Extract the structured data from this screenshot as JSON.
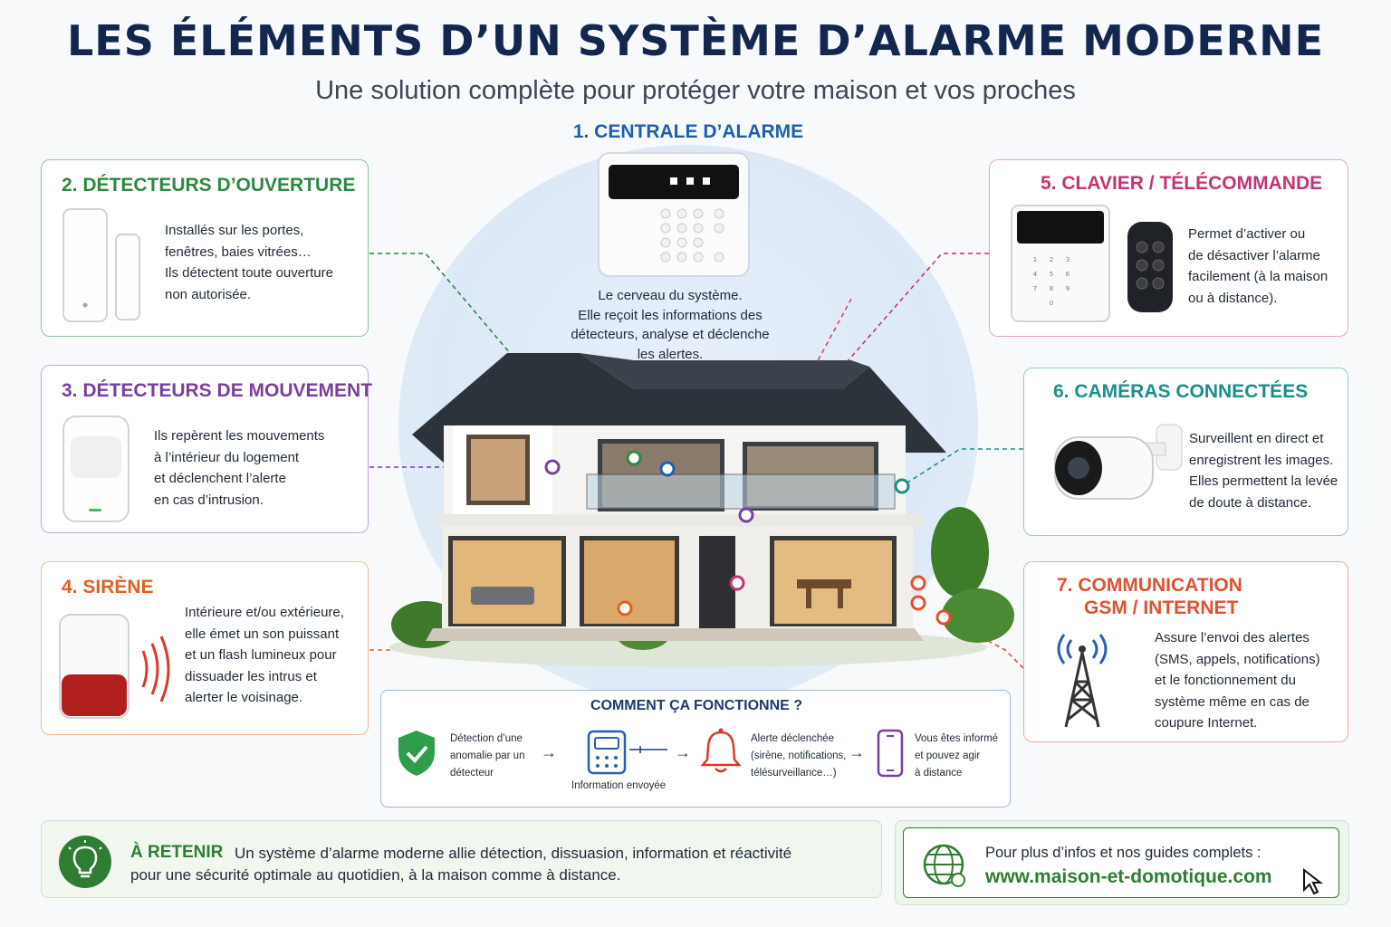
{
  "title": "LES ÉLÉMENTS D’UN SYSTÈME D’ALARME MODERNE",
  "subtitle": "Une solution complète pour protéger votre maison et vos proches",
  "central": {
    "title": "1. CENTRALE D’ALARME",
    "text": [
      "Le cerveau du système.",
      "Elle reçoit les informations des",
      "détecteurs, analyse et déclenche",
      "les alertes."
    ]
  },
  "cards": {
    "opening": {
      "title": "2. DÉTECTEURS D’OUVERTURE",
      "text": [
        "Installés sur les portes,",
        "fenêtres, baies vitrées…",
        "Ils détectent toute ouverture",
        "non autorisée."
      ],
      "color": "#2a8a3e"
    },
    "motion": {
      "title": "3. DÉTECTEURS DE MOUVEMENT",
      "text": [
        "Ils repèrent les mouvements",
        "à l’intérieur du logement",
        "et déclenchent l’alerte",
        "en cas d’intrusion."
      ],
      "color": "#7b3fa0"
    },
    "siren": {
      "title": "4. SIRÈNE",
      "text": [
        "Intérieure et/ou extérieure,",
        "elle émet un son puissant",
        "et un flash lumineux pour",
        "dissuader les intrus et",
        "alerter le voisinage."
      ],
      "color": "#e0611f"
    },
    "keypad": {
      "title": "5. CLAVIER / TÉLÉCOMMANDE",
      "text": [
        "Permet d’activer ou",
        "de désactiver l’alarme",
        "facilement (à la maison",
        "ou à distance)."
      ],
      "color": "#c23575"
    },
    "cameras": {
      "title": "6. CAMÉRAS CONNECTÉES",
      "text": [
        "Surveillent en direct et",
        "enregistrent les images.",
        "Elles permettent la levée",
        "de doute à distance."
      ],
      "color": "#1b8f8a"
    },
    "comm": {
      "title_line1": "7. COMMUNICATION",
      "title_line2": "GSM / INTERNET",
      "text": [
        "Assure l’envoi des alertes",
        "(SMS, appels, notifications)",
        "et le fonctionnement du",
        "système même en cas de",
        "coupure Internet."
      ],
      "color": "#e0512f"
    }
  },
  "device_keys": {
    "keypad_digits": [
      "1",
      "2",
      "3",
      "4",
      "5",
      "6",
      "7",
      "8",
      "9",
      "0"
    ]
  },
  "flow": {
    "title": "COMMENT ÇA FONCTIONNE ?",
    "step1": [
      "Détection d’une",
      "anomalie par un",
      "détecteur"
    ],
    "step2": "Information envoyée",
    "step3": [
      "Alerte déclenchée",
      "(sirène, notifications,",
      "télésurveillance…)"
    ],
    "step4": [
      "Vous êtes informé",
      "et pouvez agir",
      "à distance"
    ],
    "arrow": "→"
  },
  "retain": {
    "label": "À RETENIR",
    "line1": "Un système d’alarme moderne allie détection, dissuasion, information et réactivité",
    "line2": "pour une sécurité optimale au quotidien, à la maison comme à distance."
  },
  "info": {
    "text": "Pour plus d’infos et nos guides complets :",
    "url": "www.maison-et-domotique.com"
  }
}
